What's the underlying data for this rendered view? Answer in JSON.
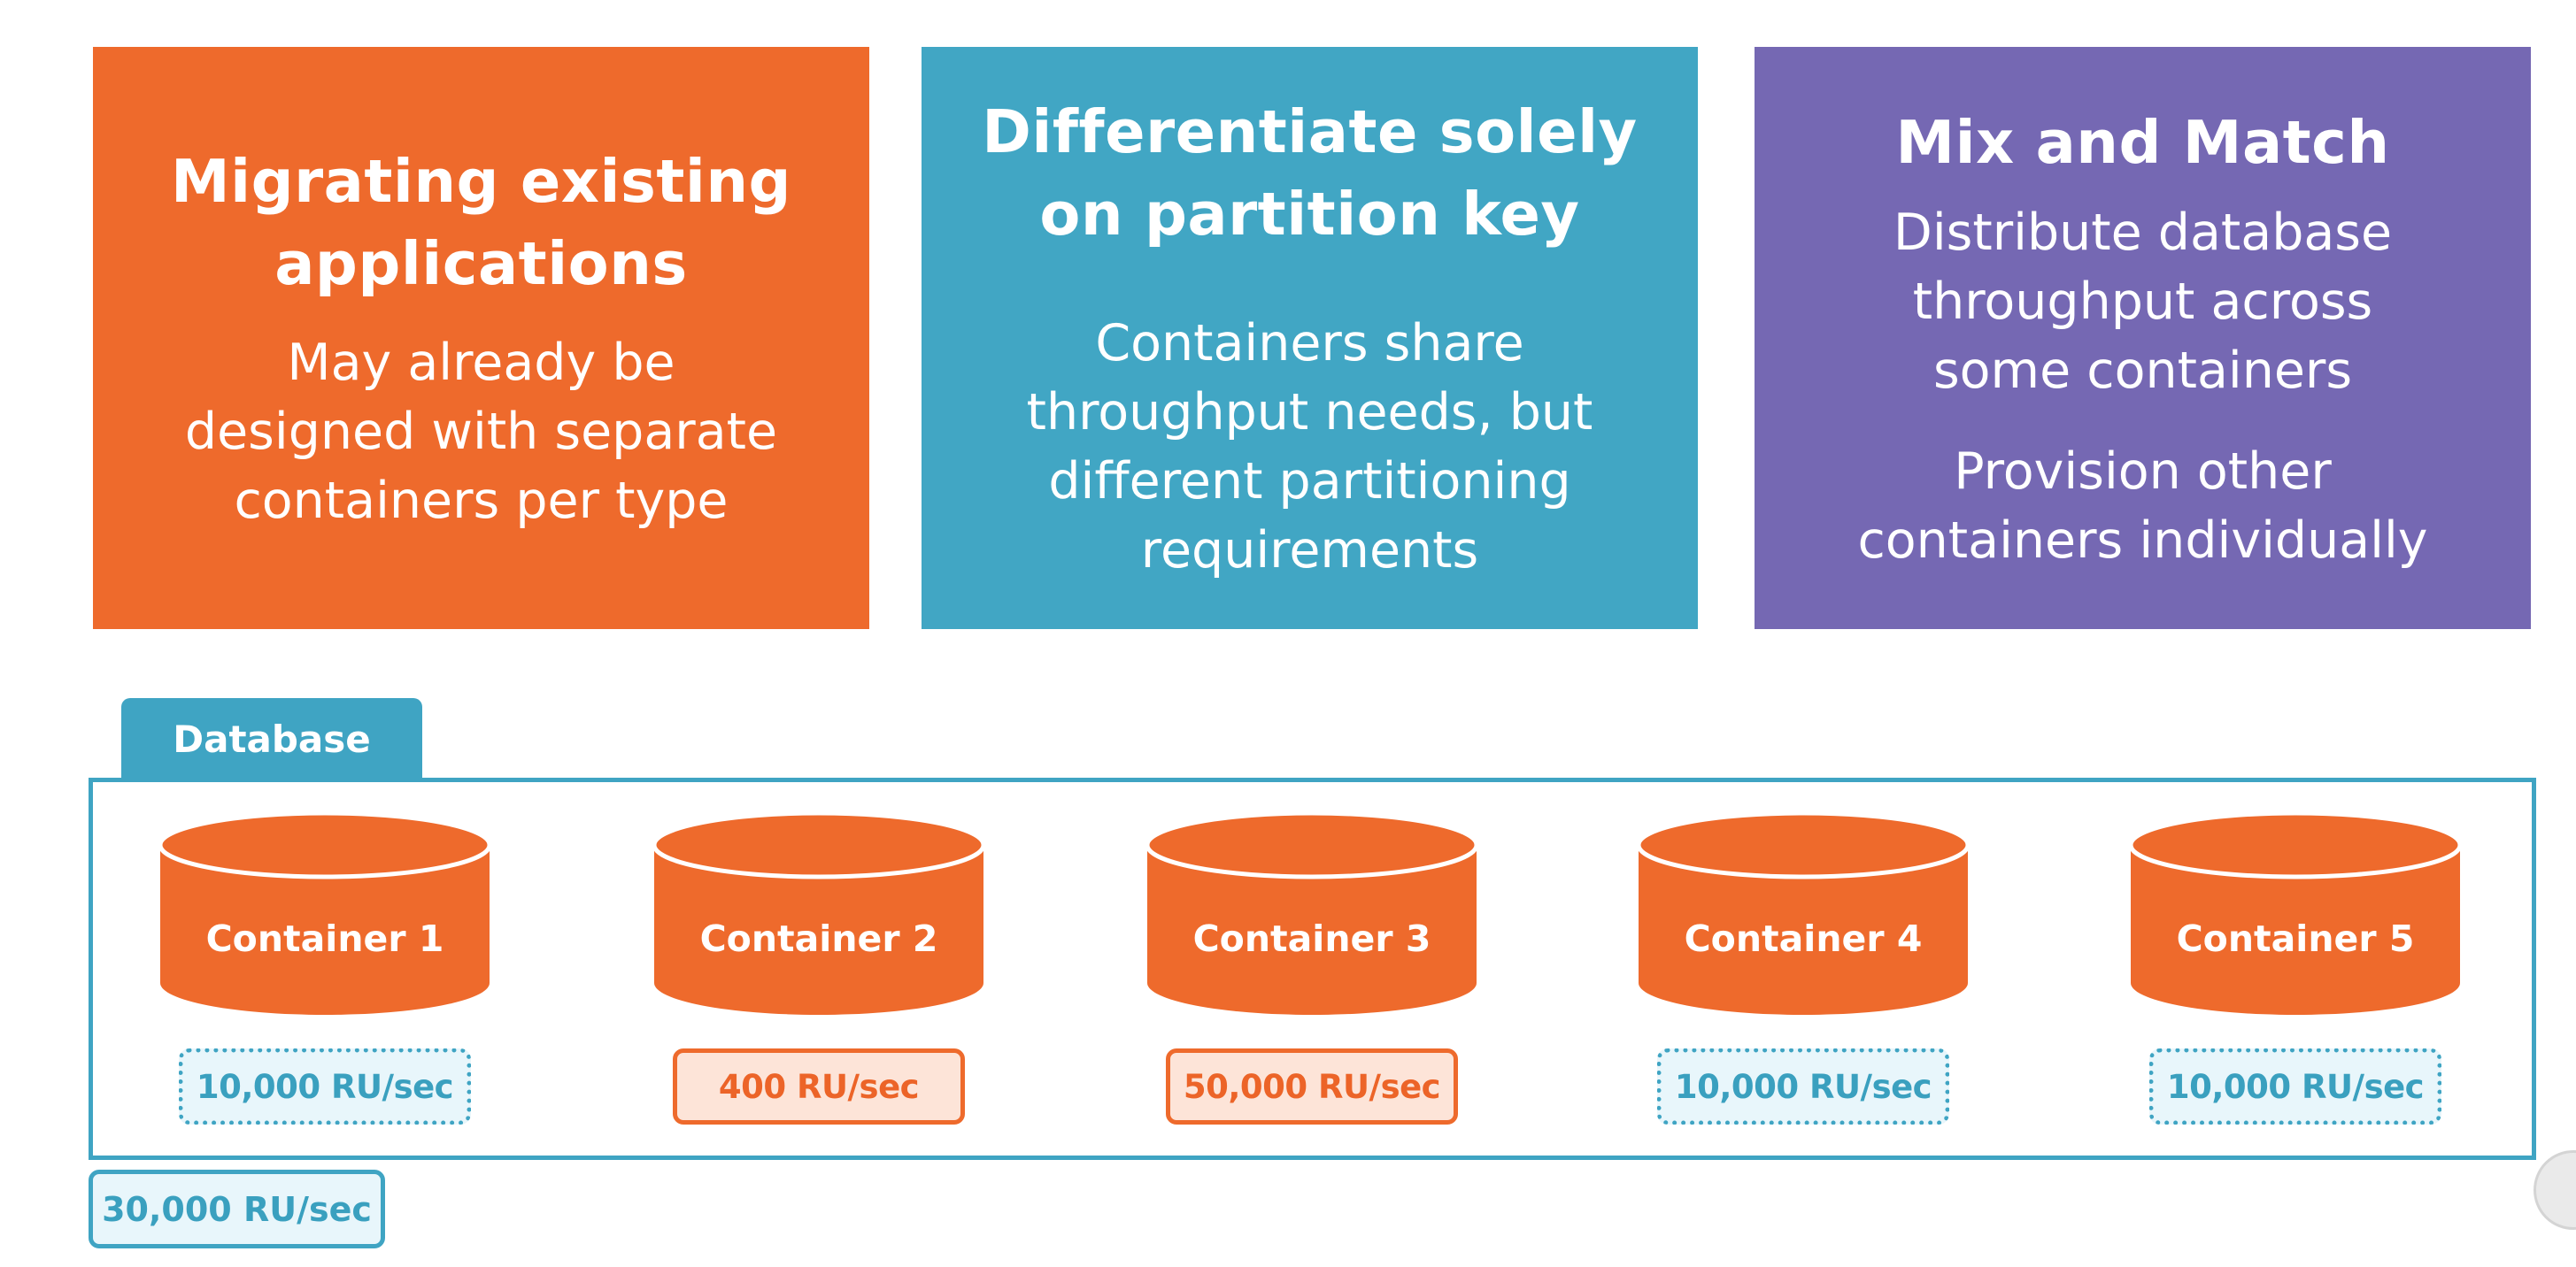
{
  "cards": [
    {
      "title": "Migrating existing\napplications",
      "body": [
        "May already be\ndesigned with separate\ncontainers per type"
      ],
      "color": "#ee6a2c"
    },
    {
      "title": "Differentiate solely\non partition key",
      "body": [
        "Containers share\nthroughput needs, but\ndifferent partitioning\nrequirements"
      ],
      "color": "#41a6c4"
    },
    {
      "title": "Mix and Match",
      "body": [
        "Distribute database\nthroughput across\nsome containers",
        "Provision other\ncontainers individually"
      ],
      "color": "#7568b3"
    }
  ],
  "database": {
    "label": "Database",
    "throughput": "30,000 RU/sec",
    "color": "#3fa4c3"
  },
  "containers": [
    {
      "name": "Container 1",
      "throughput": "10,000 RU/sec",
      "mode": "shared"
    },
    {
      "name": "Container 2",
      "throughput": "400 RU/sec",
      "mode": "dedicated"
    },
    {
      "name": "Container 3",
      "throughput": "50,000 RU/sec",
      "mode": "dedicated"
    },
    {
      "name": "Container 4",
      "throughput": "10,000 RU/sec",
      "mode": "shared"
    },
    {
      "name": "Container 5",
      "throughput": "10,000 RU/sec",
      "mode": "shared"
    }
  ],
  "colors": {
    "container": "#ee6a2c",
    "shared_border": "#3fa4c3",
    "dedicated_border": "#ee6a2c"
  }
}
